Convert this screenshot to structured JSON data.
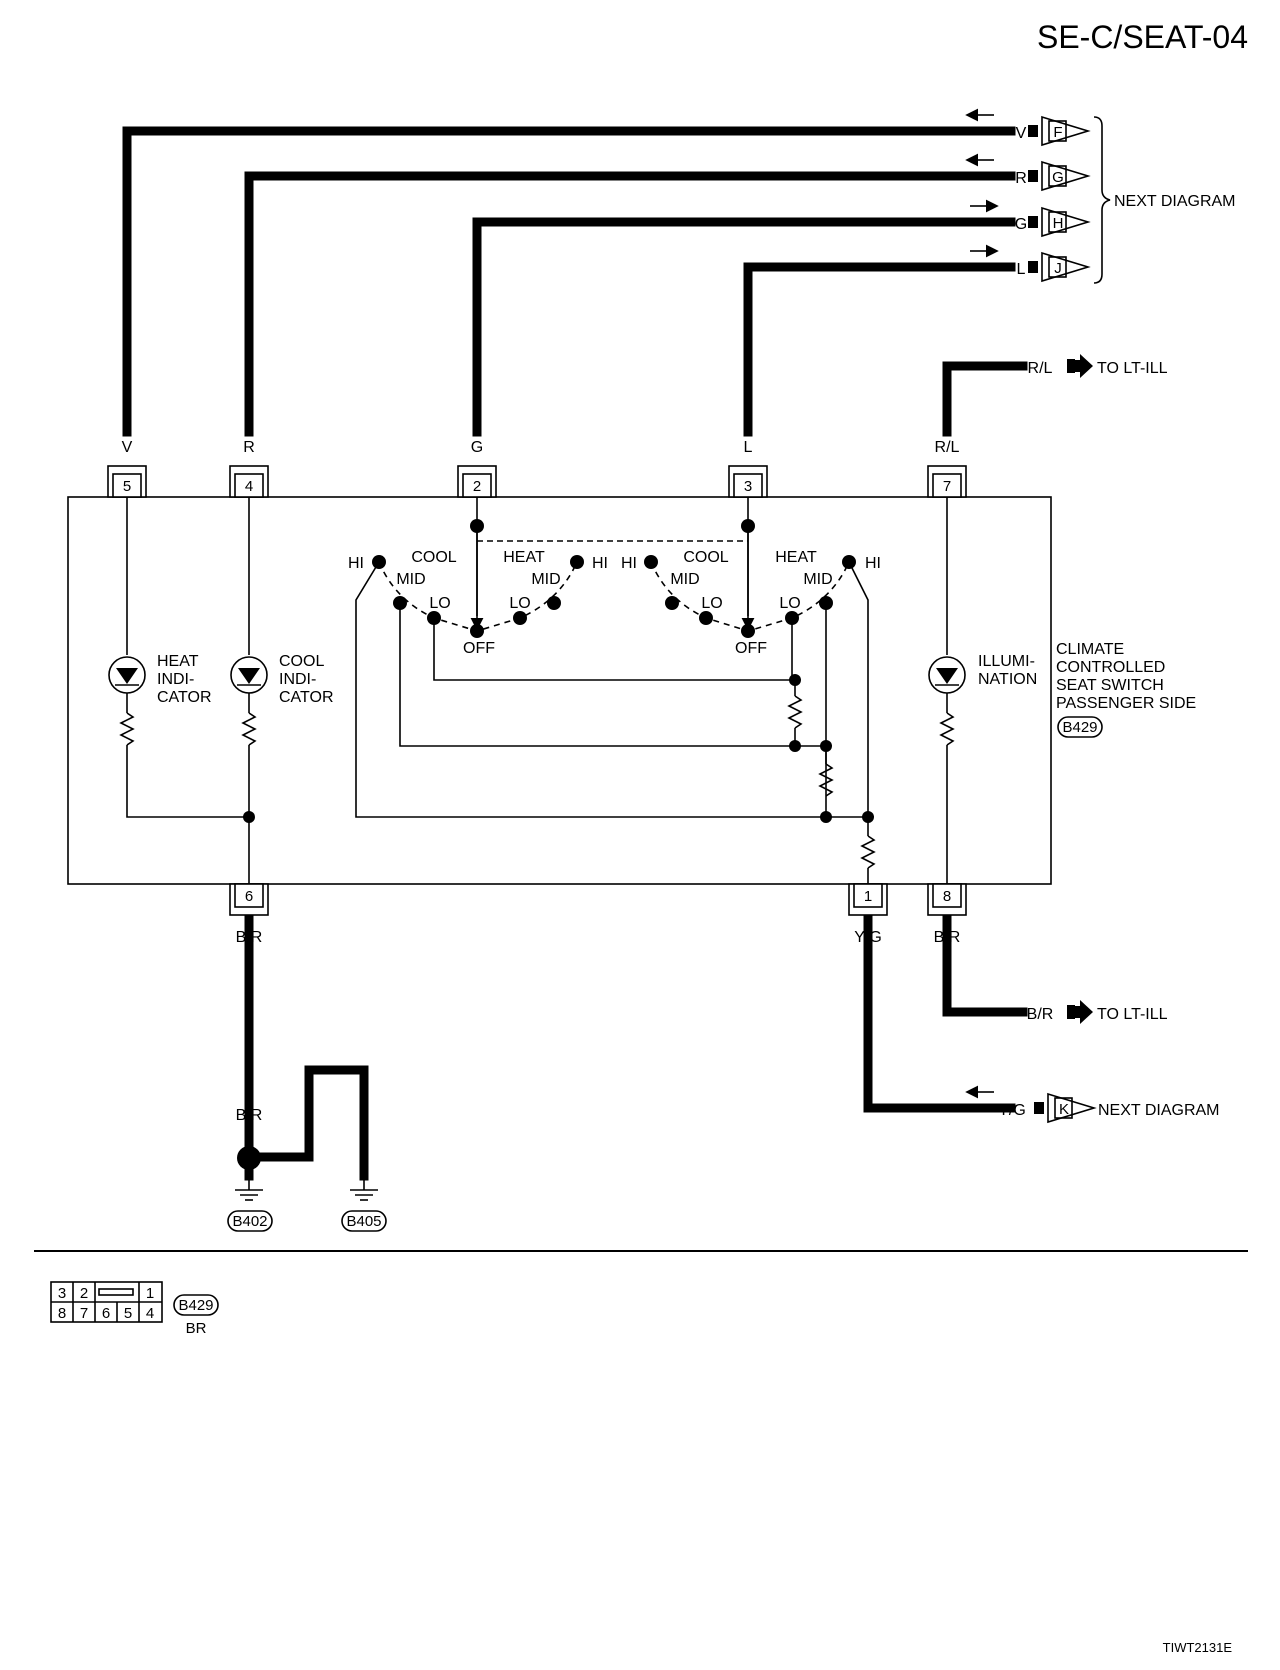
{
  "header": {
    "code": "SE-C/SEAT-04",
    "figure_id": "TIWT2131E"
  },
  "wires": {
    "V": "V",
    "R": "R",
    "G": "G",
    "L": "L",
    "RL": "R/L",
    "BR": "B/R",
    "YG": "Y/G",
    "B": "B"
  },
  "pins": {
    "p1": "1",
    "p2": "2",
    "p3": "3",
    "p4": "4",
    "p5": "5",
    "p6": "6",
    "p7": "7",
    "p8": "8"
  },
  "connectors_next": {
    "F": "F",
    "G": "G",
    "H": "H",
    "J": "J",
    "K": "K"
  },
  "labels": {
    "next_diagram": "NEXT DIAGRAM",
    "to_lt_ill": "TO LT-ILL",
    "heat_indicator_1": "HEAT",
    "heat_indicator_2": "INDI-",
    "heat_indicator_3": "CATOR",
    "cool_indicator_1": "COOL",
    "cool_indicator_2": "INDI-",
    "cool_indicator_3": "CATOR",
    "illum_1": "ILLUMI-",
    "illum_2": "NATION",
    "comp_1": "CLIMATE",
    "comp_2": "CONTROLLED",
    "comp_3": "SEAT SWITCH",
    "comp_4": "PASSENGER SIDE",
    "comp_conn": "B429",
    "hi": "HI",
    "mid": "MID",
    "lo": "LO",
    "off": "OFF",
    "cool": "COOL",
    "heat": "HEAT"
  },
  "grounds": {
    "g1": "B402",
    "g2": "B405"
  },
  "connector_face": {
    "id": "B429",
    "color": "BR",
    "top_row": [
      "3",
      "2",
      "1"
    ],
    "bottom_row": [
      "8",
      "7",
      "6",
      "5",
      "4"
    ]
  }
}
